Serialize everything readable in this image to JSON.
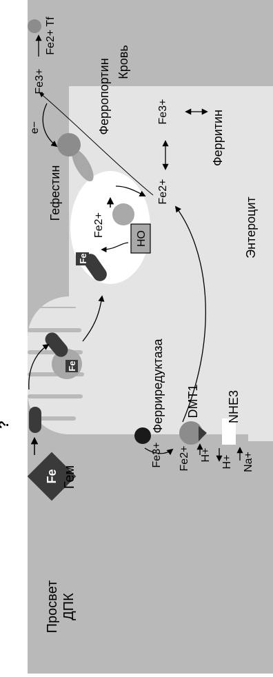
{
  "labels": {
    "lumen": "Просвет ДПК",
    "lumen_line1": "Просвет",
    "lumen_line2": "ДПК",
    "heme": "Гем",
    "fe": "Fe",
    "question": "?",
    "ferrireductase": "Ферриредуктаза",
    "dmt1": "DMT1",
    "nhe3": "NHE3",
    "enterocyte": "Энтероцит",
    "hephaestin": "Гефестин",
    "ferroportin": "Ферропортин",
    "blood": "Кровь",
    "ferritin": "Ферритин",
    "ho": "HO",
    "fe3": "Fe3+",
    "fe2": "Fe2+",
    "h_plus": "H+",
    "na_plus": "Na+",
    "e_minus": "e−",
    "fe2_tf": "Fe2+ Tf"
  },
  "colors": {
    "lumen": "#b9b9b9",
    "enterocyte": "#e4e4e4",
    "vesicle": "#ffffff",
    "dark": "#3a3a3a",
    "mid_gray": "#8c8c8c",
    "light_gray": "#a8a8a8"
  }
}
